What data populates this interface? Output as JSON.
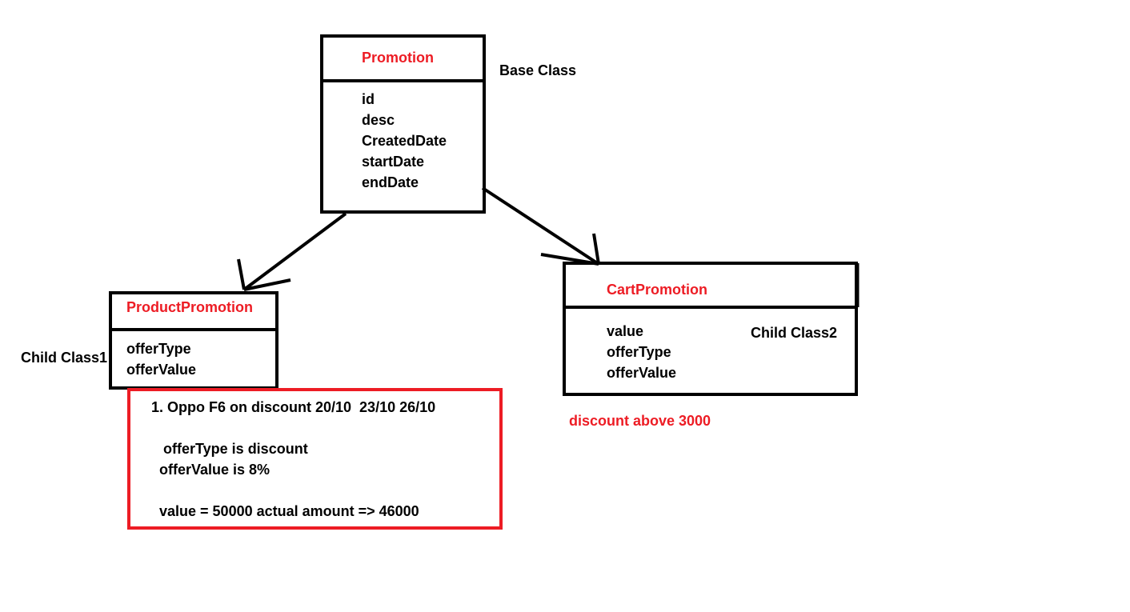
{
  "colors": {
    "ink": "#000000",
    "accent_red": "#ed1c24",
    "background": "#ffffff"
  },
  "classes": {
    "promotion": {
      "name": "Promotion",
      "label": "Base Class",
      "fields": [
        "id",
        "desc",
        "CreatedDate",
        "startDate",
        "endDate"
      ]
    },
    "product_promotion": {
      "name": "ProductPromotion",
      "label": "Child Class1",
      "fields": [
        "offerType",
        "offerValue"
      ]
    },
    "cart_promotion": {
      "name": "CartPromotion",
      "label": "Child Class2",
      "fields": [
        "value",
        "offerType",
        "offerValue"
      ]
    }
  },
  "notes": {
    "product_example": {
      "line1": "1. Oppo F6 on discount 20/10  23/10 26/10",
      "line2": "offerType is discount",
      "line3": "offerValue is 8%",
      "line4": "value = 50000 actual amount => 46000"
    },
    "cart_example": "discount above 3000"
  }
}
